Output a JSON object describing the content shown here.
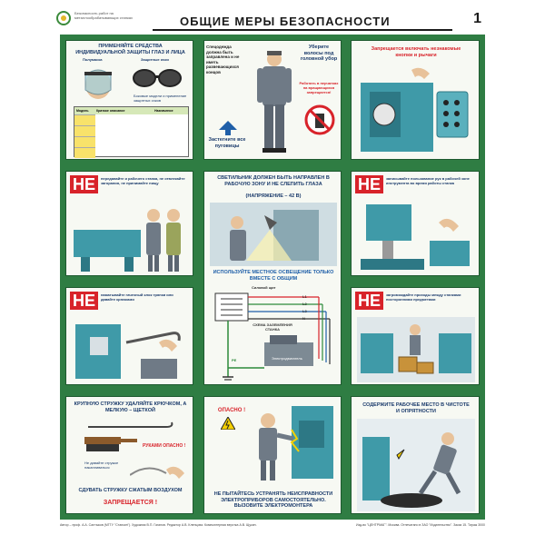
{
  "header": {
    "org": "Безопасность работ на металлообрабатывающих станках",
    "title": "ОБЩИЕ МЕРЫ БЕЗОПАСНОСТИ",
    "sheet_number": "1"
  },
  "panels": {
    "p1": {
      "heading": "ПРИМЕНЯЙТЕ СРЕДСТВА ИНДИВИДУАЛЬНОЙ ЗАЩИТЫ ГЛАЗ И ЛИЦА",
      "label_mask": "Полумаска",
      "label_goggles": "Защитные очки",
      "note": "Боковые модели и применение защитных очков",
      "table_headers": [
        "Модель",
        "Краткое описание",
        "Назначение"
      ]
    },
    "p2": {
      "left_text": "Спецодежда должна быть заправлена и не иметь развевающихся концов",
      "right_text": "Уберите волосы под головной убор",
      "bottom_text": "Застегните все пуговицы",
      "warning": "Работать в перчатках на вращающихся запрещается!"
    },
    "p3": {
      "text": "Запрещается включать незнакомые кнопки и рычаги"
    },
    "p4": {
      "ne": "НЕ",
      "text": "передавайте и рабочего станка, не отвлекайте загорания, не принимайте пищу"
    },
    "p5": {
      "heading": "СВЕТИЛЬНИК ДОЛЖЕН БЫТЬ НАПРАВЛЕН В РАБОЧУЮ ЗОНУ И НЕ СЛЕПИТЬ ГЛАЗА",
      "voltage": "(НАПРЯЖЕНИЕ – 42 В)",
      "advice": "ИСПОЛЬЗУЙТЕ МЕСТНОЕ ОСВЕЩЕНИЕ ТОЛЬКО ВМЕСТЕ С ОБЩИМ",
      "diagram_title": "Силовой щит",
      "lines": [
        "L1",
        "L2",
        "L3",
        "N"
      ],
      "scheme_label": "СХЕМА ЗАЗЕМЛЕНИЯ СТАНКА",
      "pe_label": "PE",
      "motor_label": "Электродвигатель"
    },
    "p6": {
      "ne": "НЕ",
      "text": "записывайте пользование рук в рабочей зоне инструмента во время работы станка"
    },
    "p7": {
      "ne": "НЕ",
      "text": "наматывайте гачечный клок тряпки или давайте крючками"
    },
    "p8": {
      "ne": "НЕ",
      "text": "загромождайте проходы между станками посторонними предметами"
    },
    "p9": {
      "heading": "КРУПНУЮ СТРУЖКУ УДАЛЯЙТЕ КРЮЧКОМ, А МЕЛКУЮ – ЩЕТКОЙ",
      "warning": "РУКАМИ ОПАСНО !",
      "note": "Не давайте стружке накапливаться",
      "bottom": "СДУВАТЬ СТРУЖКУ СЖАТЫМ ВОЗДУХОМ",
      "forbidden": "ЗАПРЕЩАЕТСЯ !"
    },
    "p10": {
      "danger": "ОПАСНО !",
      "text": "НЕ ПЫТАЙТЕСЬ УСТРАНЯТЬ НЕИСПРАВНОСТИ ЭЛЕКТРОПРИБОРОВ САМОСТОЯТЕЛЬНО. ВЫЗОВИТЕ ЭЛЕКТРОМОНТЕРА"
    },
    "p11": {
      "heading": "СОДЕРЖИТЕ РАБОЧЕЕ МЕСТО В ЧИСТОТЕ И ОПРЯТНОСТИ"
    }
  },
  "footer": {
    "left": "Автор – проф. А.А. Салтыков (МГТУ \"Станкин\"). Художник В.П. Гаганов. Редактор А.В. Кленцова. Компьютерная верстка А.В. Щукин.",
    "right": "Изд-во \"ЦЕНТРМАГ\". Москва. Отпечатано в ЗАО \"Издательство\". Заказ 15. Тираж 3000"
  },
  "colors": {
    "board": "#2f7d43",
    "ne_red": "#d8232a",
    "text_blue": "#1a3a6b",
    "machine": "#3f9aa8"
  }
}
